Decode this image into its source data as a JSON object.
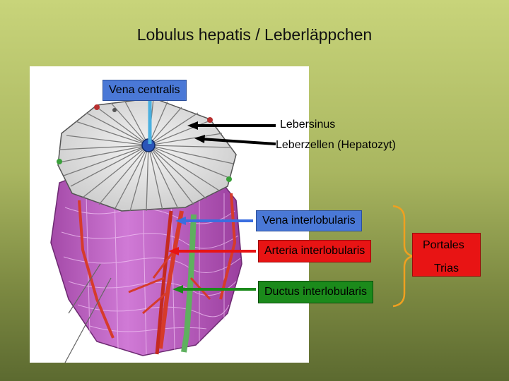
{
  "title": "Lobulus hepatis / Leberläppchen",
  "labels": {
    "vena_centralis": "Vena centralis",
    "lebersinus": "Lebersinus",
    "leberzellen": "Leberzellen (Hepatozyt)",
    "vena_interlobularis": "Vena interlobularis",
    "arteria_interlobularis": "Arteria interlobularis",
    "ductus_interlobularis": "Ductus interlobularis",
    "portales": "Portales",
    "trias": "Trias"
  },
  "colors": {
    "background_top": "#c8d47a",
    "background_bottom": "#5c6a30",
    "vein_blue": "#4a78d6",
    "artery_red": "#e81414",
    "duct_green": "#1b8a1b",
    "brace_orange": "#f0a020",
    "tissue_pink": "#c060c8"
  }
}
